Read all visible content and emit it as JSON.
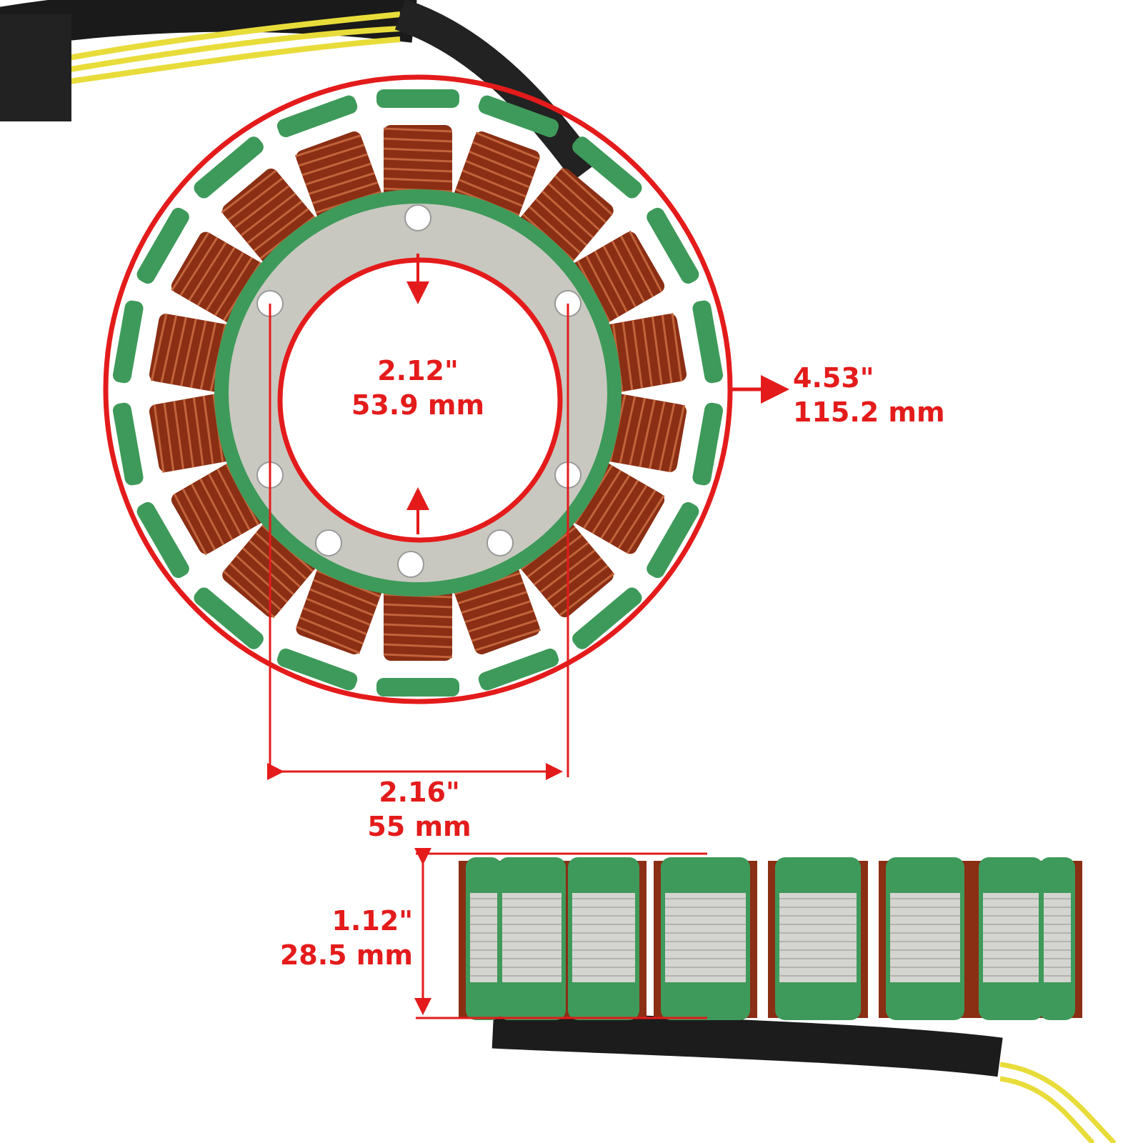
{
  "product": {
    "subject": "stator",
    "annotation_color": "#e41b1b",
    "coil_color": "#8a2e14",
    "insulation_color": "#3e9a5a",
    "plate_color": "#c9c8c0"
  },
  "dimensions": {
    "inner_diameter": {
      "inch": "2.12\"",
      "mm": "53.9 mm"
    },
    "outer_diameter": {
      "inch": "4.53\"",
      "mm": "115.2 mm"
    },
    "bolt_spacing": {
      "inch": "2.16\"",
      "mm": "55 mm"
    },
    "height": {
      "inch": "1.12\"",
      "mm": "28.5 mm"
    }
  }
}
